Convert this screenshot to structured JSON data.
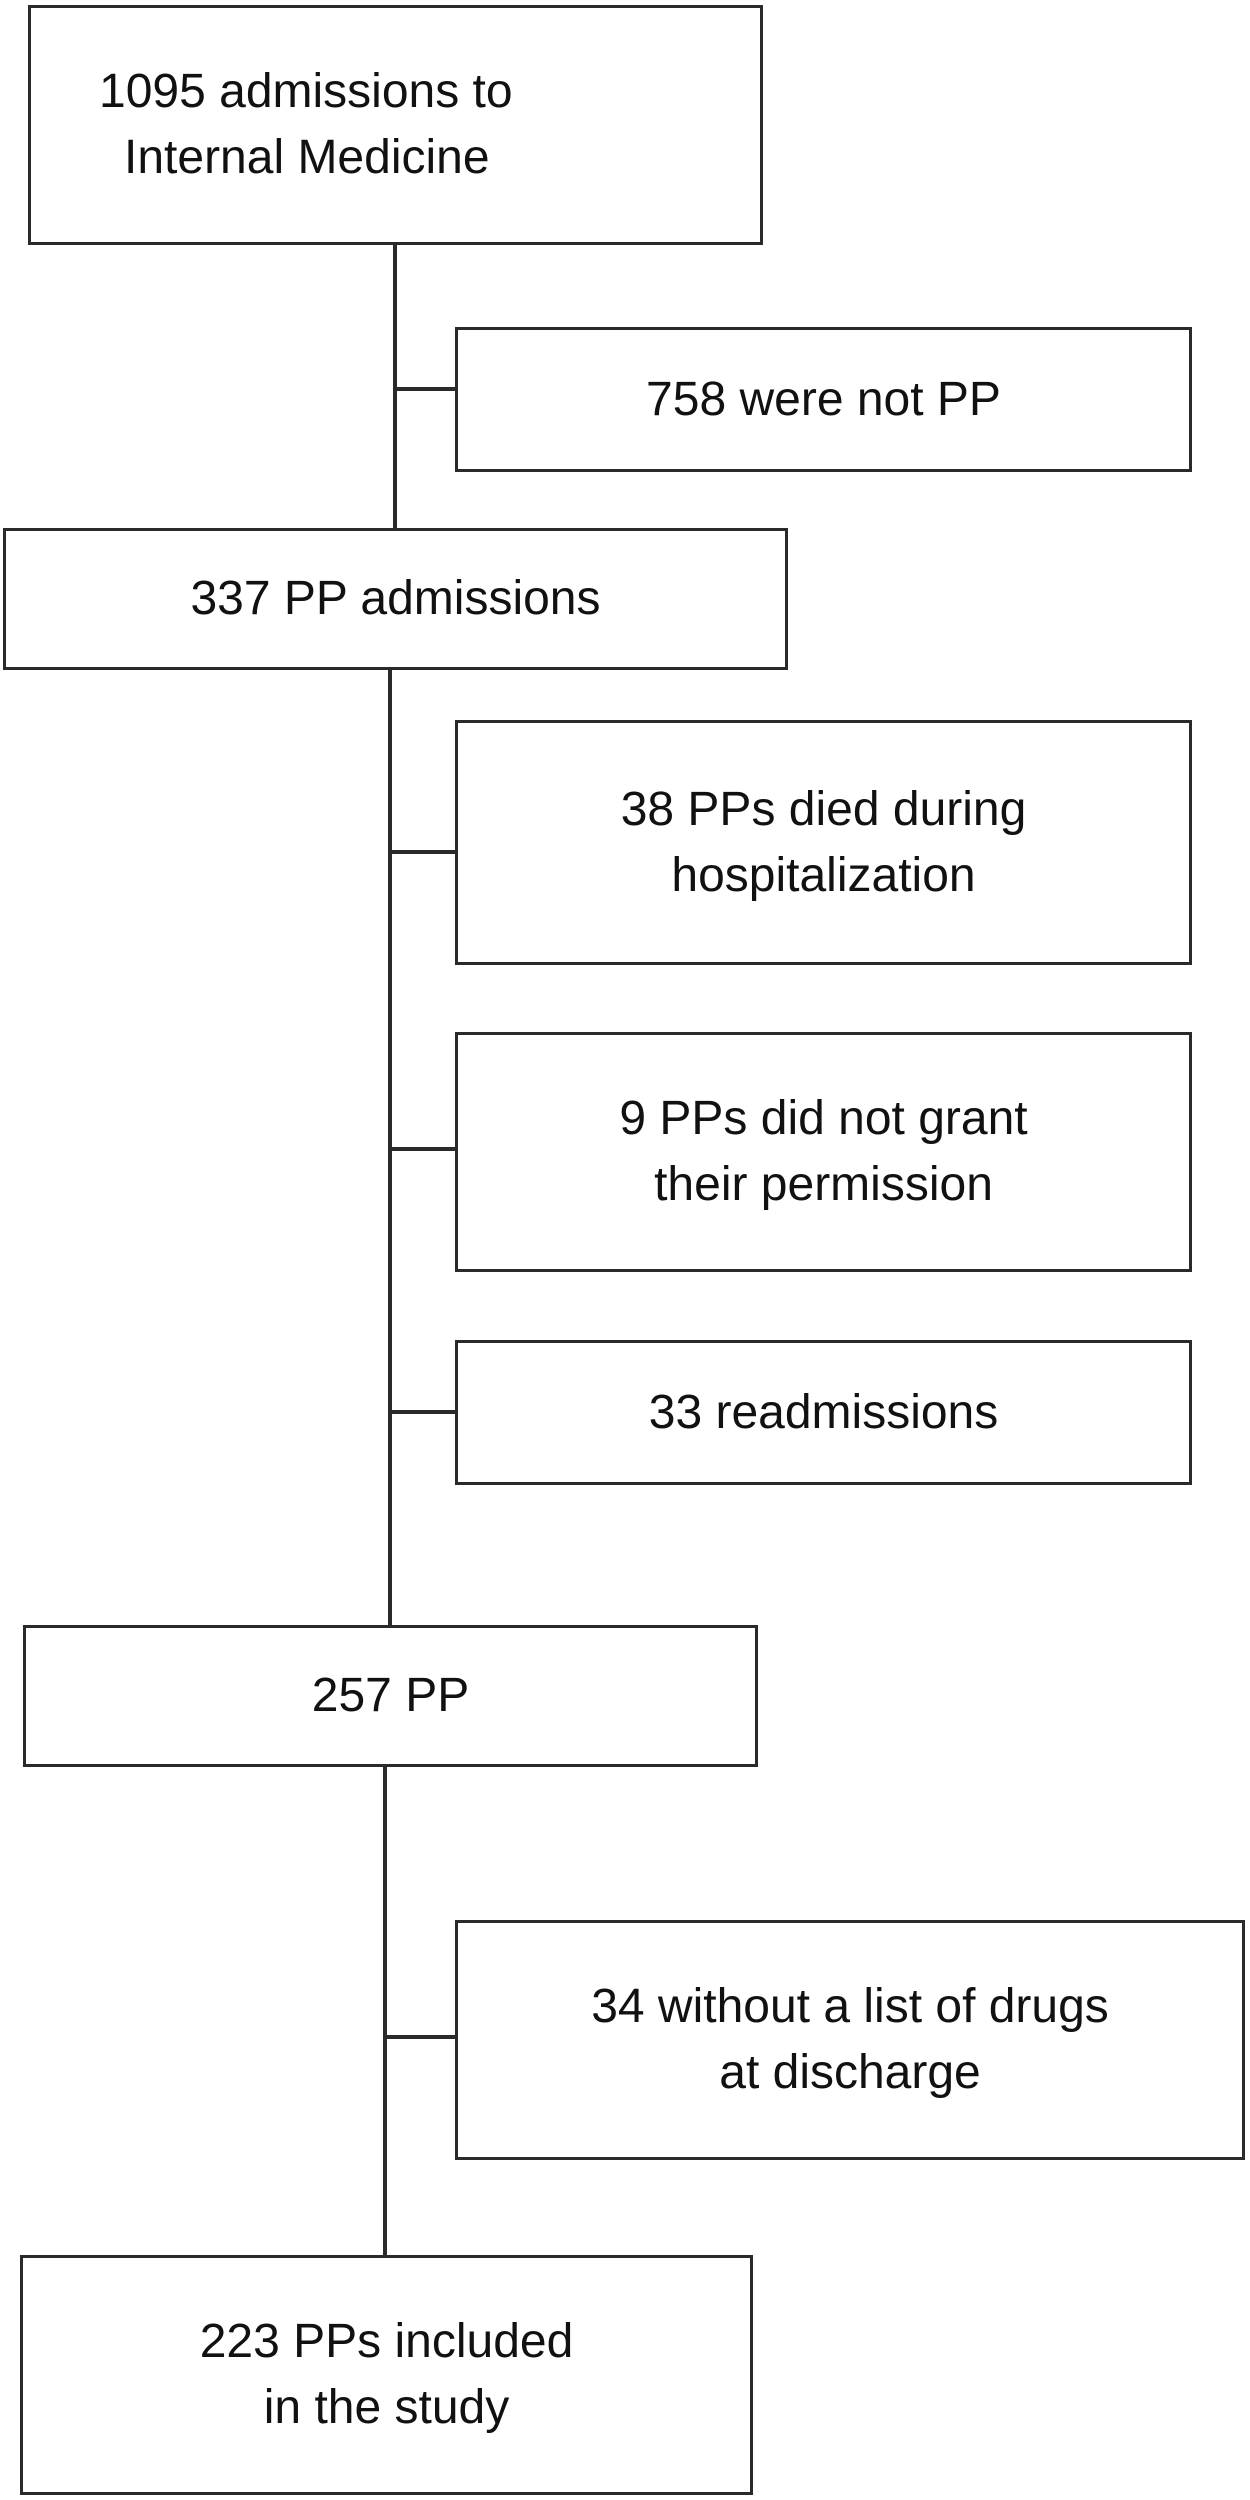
{
  "flowchart": {
    "main": [
      {
        "line1": "1095 admissions to",
        "line2": "Internal Medicine"
      },
      {
        "line1": "337 PP admissions"
      },
      {
        "line1": "257 PP"
      },
      {
        "line1": "223 PPs included",
        "line2": "in the study"
      }
    ],
    "excluded": [
      {
        "line1": "758 were not PP"
      },
      {
        "line1": "38 PPs died during",
        "line2": "hospitalization"
      },
      {
        "line1": "9 PPs did not grant",
        "line2": "their permission"
      },
      {
        "line1": "33 readmissions"
      },
      {
        "line1": "34 without a list of drugs",
        "line2": "at discharge"
      }
    ]
  }
}
